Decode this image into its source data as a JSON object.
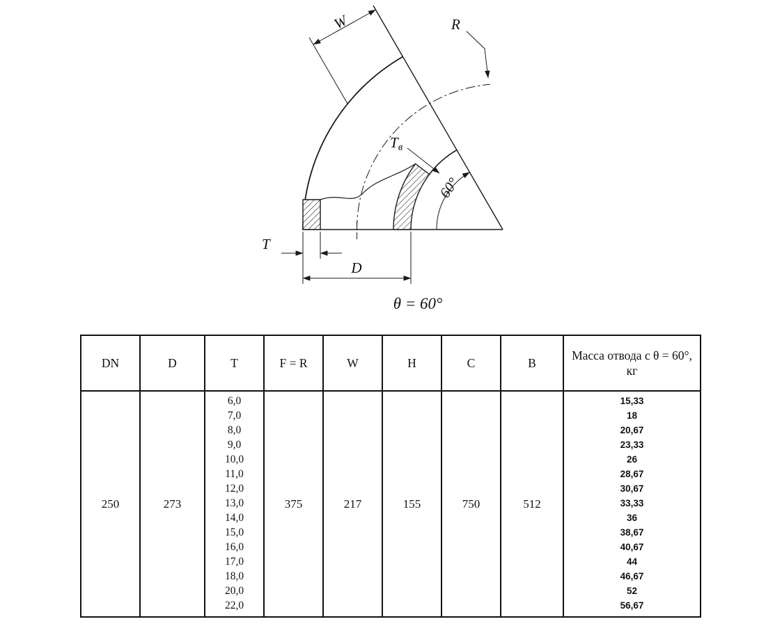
{
  "drawing": {
    "labels": {
      "w": "W",
      "r": "R",
      "tv_main": "T",
      "tv_sub": "в",
      "angle_arc": "60°",
      "t": "T",
      "d": "D",
      "theta_caption": "θ = 60°"
    }
  },
  "table": {
    "headers": [
      "DN",
      "D",
      "T",
      "F = R",
      "W",
      "H",
      "C",
      "B",
      "Масса отвода с θ = 60°, кг"
    ],
    "row": {
      "dn": "250",
      "d": "273",
      "t_values": [
        "6,0",
        "7,0",
        "8,0",
        "9,0",
        "10,0",
        "11,0",
        "12,0",
        "13,0",
        "14,0",
        "15,0",
        "16,0",
        "17,0",
        "18,0",
        "20,0",
        "22,0"
      ],
      "f_r": "375",
      "w": "217",
      "h": "155",
      "c": "750",
      "b": "512",
      "mass_values": [
        "15,33",
        "18",
        "20,67",
        "23,33",
        "26",
        "28,67",
        "30,67",
        "33,33",
        "36",
        "38,67",
        "40,67",
        "44",
        "46,67",
        "52",
        "56,67"
      ]
    }
  }
}
